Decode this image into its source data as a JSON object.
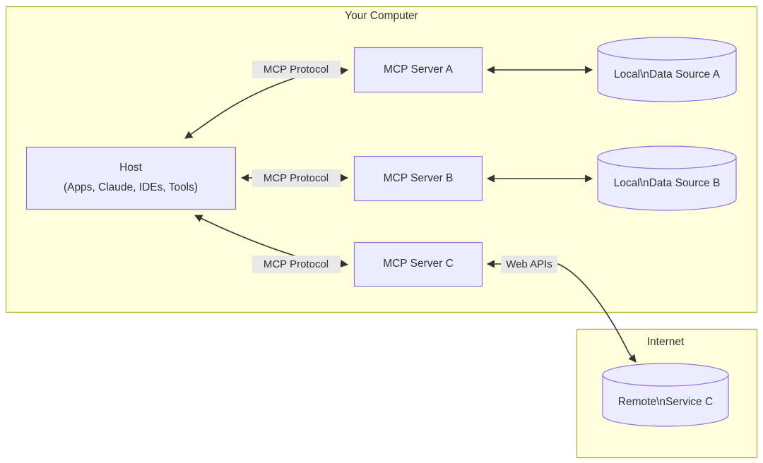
{
  "diagram": {
    "type": "flowchart",
    "clusters": [
      {
        "id": "your-computer",
        "title": "Your Computer"
      },
      {
        "id": "internet",
        "title": "Internet"
      }
    ],
    "nodes": [
      {
        "id": "host",
        "shape": "rect",
        "line1": "Host",
        "line2": "(Apps, Claude, IDEs, Tools)"
      },
      {
        "id": "server-a",
        "shape": "rect",
        "label": "MCP Server A"
      },
      {
        "id": "server-b",
        "shape": "rect",
        "label": "MCP Server B"
      },
      {
        "id": "server-c",
        "shape": "rect",
        "label": "MCP Server C"
      },
      {
        "id": "data-source-a",
        "shape": "cylinder",
        "label": "Local\\nData Source A"
      },
      {
        "id": "data-source-b",
        "shape": "cylinder",
        "label": "Local\\nData Source B"
      },
      {
        "id": "remote-service-c",
        "shape": "cylinder",
        "label": "Remote\\nService C"
      }
    ],
    "edges": [
      {
        "id": "host-server-a",
        "from": "host",
        "to": "server-a",
        "label": "MCP Protocol",
        "arrows": "both"
      },
      {
        "id": "host-server-b",
        "from": "host",
        "to": "server-b",
        "label": "MCP Protocol",
        "arrows": "both"
      },
      {
        "id": "host-server-c",
        "from": "host",
        "to": "server-c",
        "label": "MCP Protocol",
        "arrows": "both"
      },
      {
        "id": "server-a-data-a",
        "from": "server-a",
        "to": "data-source-a",
        "label": "",
        "arrows": "both"
      },
      {
        "id": "server-b-data-b",
        "from": "server-b",
        "to": "data-source-b",
        "label": "",
        "arrows": "both"
      },
      {
        "id": "server-c-remote-c",
        "from": "server-c",
        "to": "remote-service-c",
        "label": "Web APIs",
        "arrows": "both"
      }
    ],
    "colors": {
      "cluster_fill": "#ffffde",
      "cluster_stroke": "#aaaa33",
      "node_fill": "#ececff",
      "node_stroke": "#9370db",
      "edge_stroke": "#333333",
      "label_bg": "#e8e8e8",
      "text": "#333333",
      "page_bg": "#ffffff"
    }
  }
}
